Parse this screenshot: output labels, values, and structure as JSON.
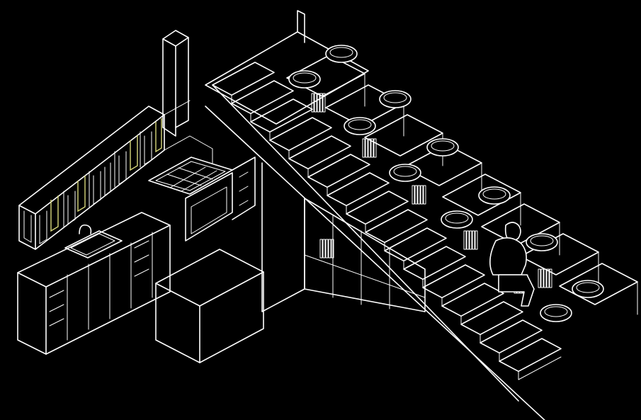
{
  "colors": {
    "background": "#000000",
    "line": "#ffffff",
    "accent": "#d8d87a"
  },
  "drawing": {
    "style": "white line isometric axonometric drawing on black background",
    "elements": [
      "kitchen-upper-cabinets",
      "kitchen-lower-cabinets",
      "kitchen-sink",
      "stove-cooktop",
      "oven",
      "chimney-flue",
      "kitchen-island",
      "staircase",
      "bowl-planters",
      "book-shelves",
      "seated-person-figure"
    ]
  }
}
